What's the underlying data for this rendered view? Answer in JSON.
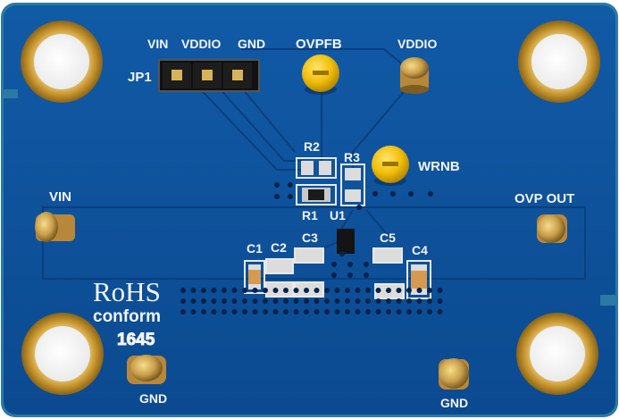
{
  "board": {
    "labels": {
      "jp1": "JP1",
      "vin_header": "VIN",
      "vddio_header": "VDDIO",
      "gnd_header": "GND",
      "ovpfb": "OVPFB",
      "vddio_tp": "VDDIO",
      "wrnb": "WRNB",
      "vin_left": "VIN",
      "ovp_out": "OVP OUT",
      "gnd_left": "GND",
      "gnd_right": "GND",
      "r1": "R1",
      "r2": "R2",
      "r3": "R3",
      "u1": "U1",
      "c1": "C1",
      "c2": "C2",
      "c3": "C3",
      "c4": "C4",
      "c5": "C5",
      "rohs": "RoHS",
      "conform": "conform",
      "date_code": "1645"
    },
    "colors": {
      "pcb_blue": "#0d4f99",
      "pcb_edge": "#2f7fa8",
      "gold": "#d4a94a",
      "yellow_tp": "#f3c316",
      "silkscreen": "#f4f4f4",
      "background": "#ffffff"
    }
  }
}
